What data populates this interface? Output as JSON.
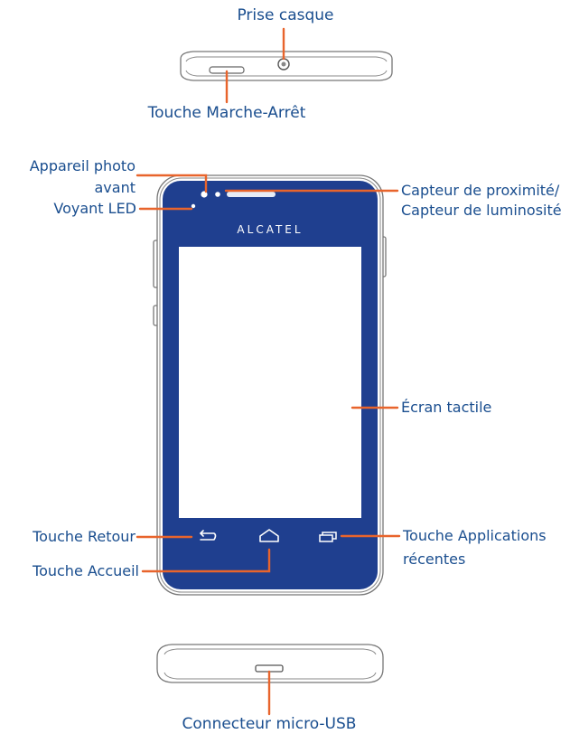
{
  "labels": {
    "headphone_jack": "Prise casque",
    "power_key": "Touche Marche-Arrêt",
    "front_camera_line1": "Appareil photo",
    "front_camera_line2": "avant",
    "led_indicator": "Voyant LED",
    "proximity_sensor_line1": "Capteur de proximité/",
    "proximity_sensor_line2": "Capteur de luminosité",
    "touchscreen": "Écran tactile",
    "back_key": "Touche Retour",
    "home_key": "Touche Accueil",
    "recent_apps_line1": "Touche Applications",
    "recent_apps_line2": "récentes",
    "micro_usb": "Connecteur micro-USB"
  },
  "brand": "ALCATEL",
  "icons": {
    "back": "back-arrow-icon",
    "home": "home-icon",
    "recent_apps": "recent-apps-icon"
  },
  "colors": {
    "screen_bezel": "#1f3f8f",
    "label_text": "#1a4e8f",
    "leader_line": "#e8642c",
    "outline": "#777777"
  }
}
